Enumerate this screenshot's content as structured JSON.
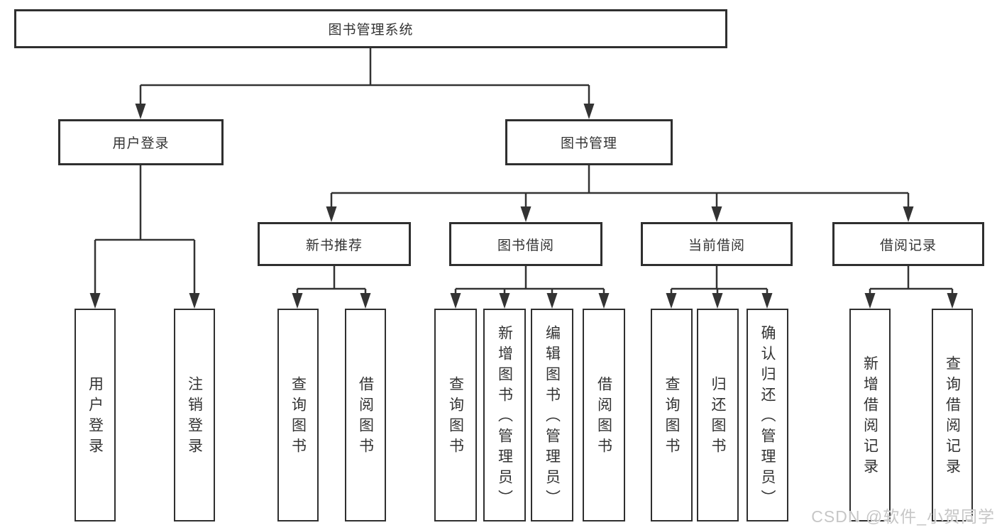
{
  "tree": {
    "label": "图书管理系统",
    "children": [
      {
        "label": "用户登录",
        "children": [
          {
            "label": "用户登录"
          },
          {
            "label": "注销登录"
          }
        ]
      },
      {
        "label": "图书管理",
        "children": [
          {
            "label": "新书推荐",
            "children": [
              {
                "label": "查询图书"
              },
              {
                "label": "借阅图书"
              }
            ]
          },
          {
            "label": "图书借阅",
            "children": [
              {
                "label": "查询图书"
              },
              {
                "label": "新增图书（管理员）"
              },
              {
                "label": "编辑图书（管理员）"
              },
              {
                "label": "借阅图书"
              }
            ]
          },
          {
            "label": "当前借阅",
            "children": [
              {
                "label": "查询图书"
              },
              {
                "label": "归还图书"
              },
              {
                "label": "确认归还（管理员）"
              }
            ]
          },
          {
            "label": "借阅记录",
            "children": [
              {
                "label": "新增借阅记录"
              },
              {
                "label": "查询借阅记录"
              }
            ]
          }
        ]
      }
    ]
  },
  "watermark": "CSDN @软件_小贺同学",
  "colors": {
    "line": "#333333",
    "box_border": "#2f2f2f",
    "text": "#333333",
    "watermark": "#c6c6c6",
    "background": "#ffffff"
  }
}
